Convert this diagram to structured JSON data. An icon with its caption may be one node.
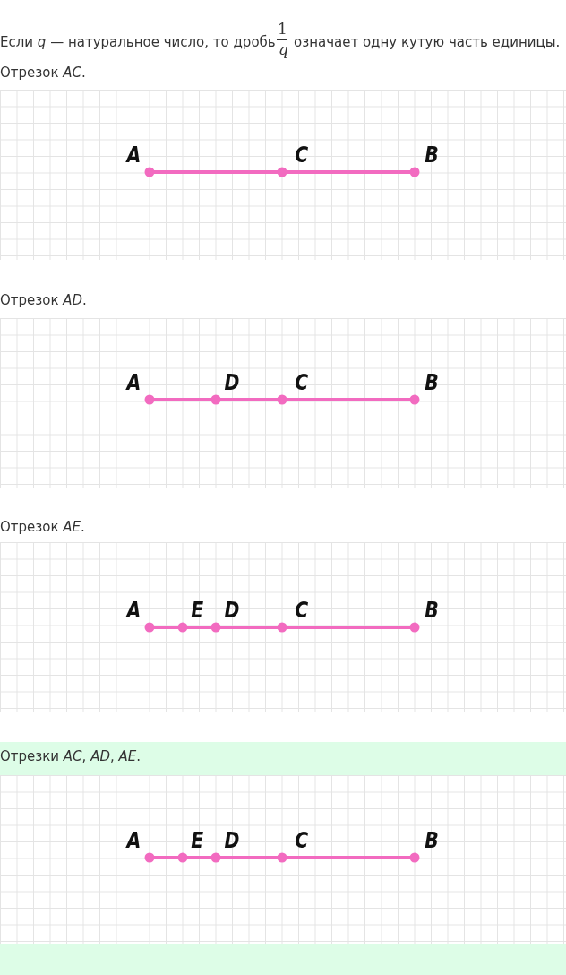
{
  "diagram": {
    "labels": [
      "Если *q* — натуральное число, то дробь",
      "1",
      "q",
      "означает одну кутую часть единицы.",
      "Отрезок *AC*.",
      "A",
      "C",
      "B",
      "Отрезок *AD*.",
      "A",
      "D",
      "C",
      "B",
      "Отрезок *AE*.",
      "A",
      "E",
      "D",
      "C",
      "B",
      "Отрезки *AC*, *AD*, *AE*.",
      "A",
      "E",
      "D",
      "C",
      "B"
    ]
  }
}
